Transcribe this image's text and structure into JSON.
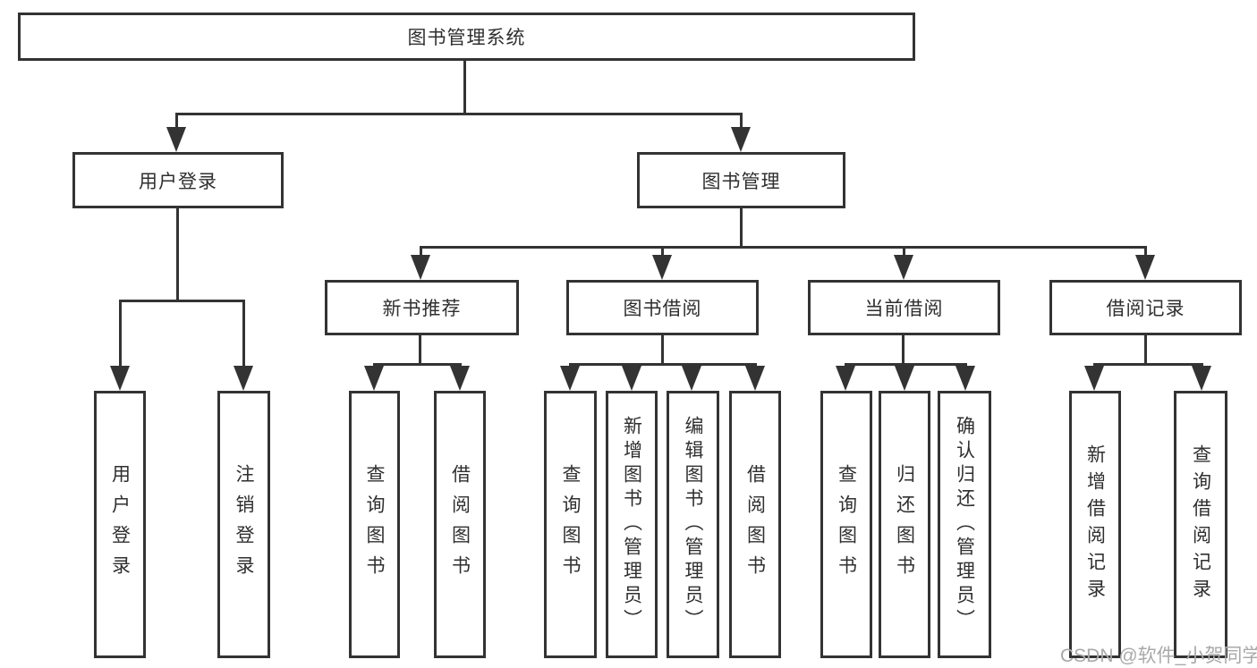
{
  "tree": {
    "root": "图书管理系统",
    "user": {
      "label": "用户登录",
      "leaves": [
        "用户登录",
        "注销登录"
      ]
    },
    "mgmt": {
      "label": "图书管理",
      "groups": [
        {
          "label": "新书推荐",
          "leaves": [
            "查询图书",
            "借阅图书"
          ]
        },
        {
          "label": "图书借阅",
          "leaves": [
            "查询图书",
            "新增图书（管理员）",
            "编辑图书（管理员）",
            "借阅图书"
          ]
        },
        {
          "label": "当前借阅",
          "leaves": [
            "查询图书",
            "归还图书",
            "确认归还（管理员）"
          ]
        },
        {
          "label": "借阅记录",
          "leaves": [
            "新增借阅记录",
            "查询借阅记录"
          ]
        }
      ]
    }
  },
  "watermark": {
    "text": "CSDN @软件_小贺同学"
  },
  "colors": {
    "line": "#333333",
    "text": "#2f2f2f",
    "watermark": "#a9a9a9",
    "background": "#ffffff"
  }
}
